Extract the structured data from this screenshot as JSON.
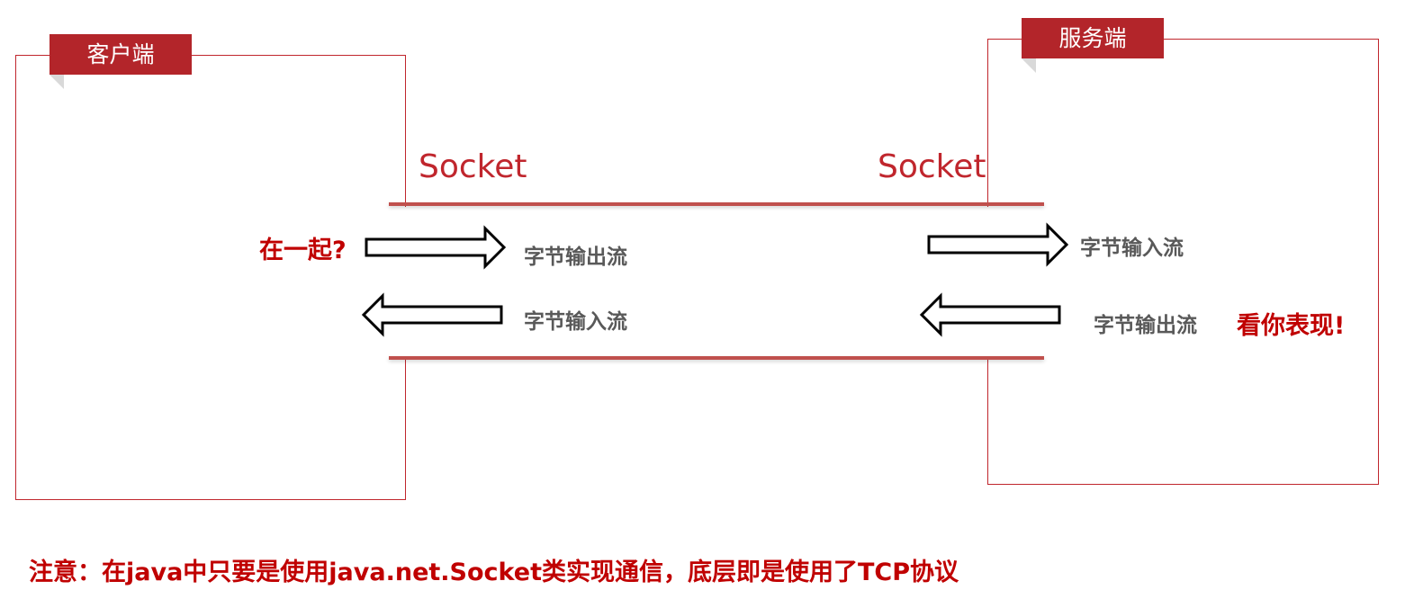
{
  "client": {
    "label": "客户端"
  },
  "server": {
    "label": "服务端"
  },
  "socket": {
    "client_label": "Socket",
    "server_label": "Socket"
  },
  "client_streams": {
    "output": "字节输出流",
    "input": "字节输入流"
  },
  "server_streams": {
    "input": "字节输入流",
    "output": "字节输出流"
  },
  "callouts": {
    "left": "在一起?",
    "right": "看你表现!"
  },
  "note": {
    "text": "注意：在java中只要是使用java.net.Socket类实现通信，底层即是使用了TCP协议"
  },
  "colors": {
    "accent": "#b3252a",
    "text_red": "#c00000",
    "stream_text": "#595959"
  }
}
